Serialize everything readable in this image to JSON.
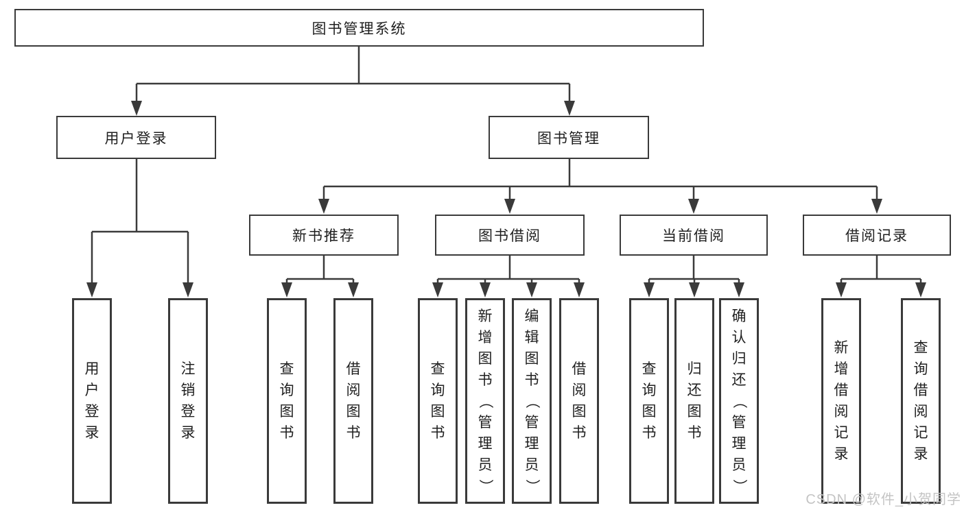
{
  "tree": {
    "root": "图书管理系统",
    "nodes": [
      {
        "label": "用户登录",
        "children": [
          "用户登录",
          "注销登录"
        ]
      },
      {
        "label": "图书管理",
        "children": [
          {
            "label": "新书推荐",
            "children": [
              "查询图书",
              "借阅图书"
            ]
          },
          {
            "label": "图书借阅",
            "children": [
              "查询图书",
              "新增图书（管理员）",
              "编辑图书（管理员）",
              "借阅图书"
            ]
          },
          {
            "label": "当前借阅",
            "children": [
              "查询图书",
              "归还图书",
              "确认归还（管理员）"
            ]
          },
          {
            "label": "借阅记录",
            "children": [
              "新增借阅记录",
              "查询借阅记录"
            ]
          }
        ]
      }
    ]
  },
  "watermark": "CSDN @软件_小贺同学",
  "colors": {
    "line": "#3a3a3a",
    "text": "#1f1f1f",
    "watermark_gray": "#c4c4c4",
    "background": "#ffffff"
  }
}
